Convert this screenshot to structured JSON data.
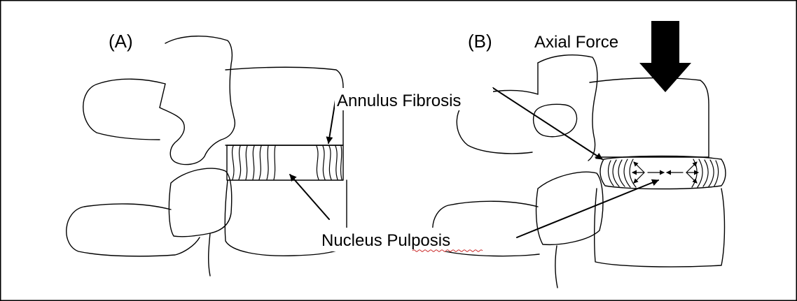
{
  "panels": {
    "a": {
      "label": "(A)"
    },
    "b": {
      "label": "(B)"
    }
  },
  "labels": {
    "axial_force": "Axial Force",
    "annulus_fibrosis": "Annulus Fibrosis",
    "nucleus_pulposis": "Nucleus Pulposis"
  }
}
